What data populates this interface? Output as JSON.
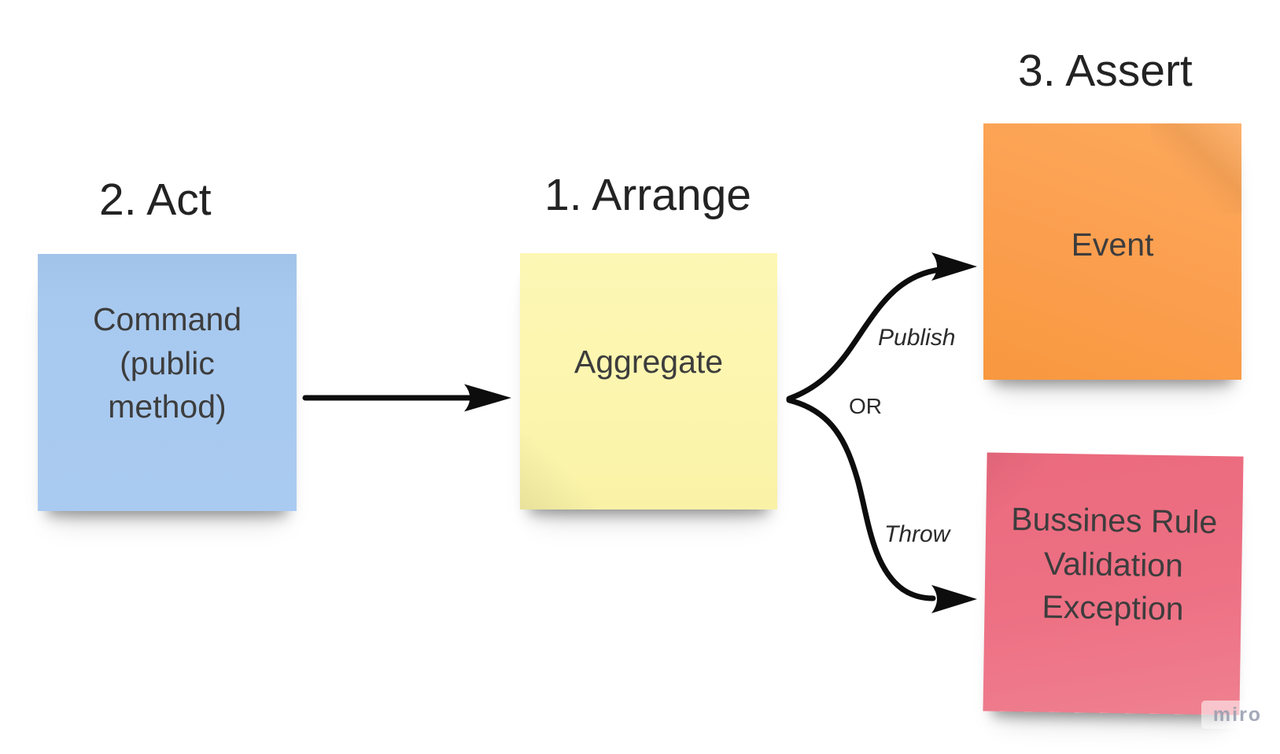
{
  "board": {
    "background": "#ffffff"
  },
  "headings": {
    "act": "2. Act",
    "arrange": "1. Arrange",
    "assert": "3. Assert"
  },
  "notes": {
    "command": {
      "text": "Command\n(public\nmethod)",
      "color": "#a8c9ef"
    },
    "aggregate": {
      "text": "Aggregate",
      "color": "#fbf5ae"
    },
    "event": {
      "text": "Event",
      "color": "#fb9e4e"
    },
    "exception": {
      "text": "Bussines Rule\nValidation\nException",
      "color": "#ed7083"
    }
  },
  "connector_labels": {
    "publish": "Publish",
    "or": "OR",
    "throw": "Throw"
  },
  "watermark": {
    "text": "miro"
  },
  "colors": {
    "arrow": "#0d0d0d",
    "heading_text": "#232323",
    "note_text": "#3d3d3d"
  }
}
